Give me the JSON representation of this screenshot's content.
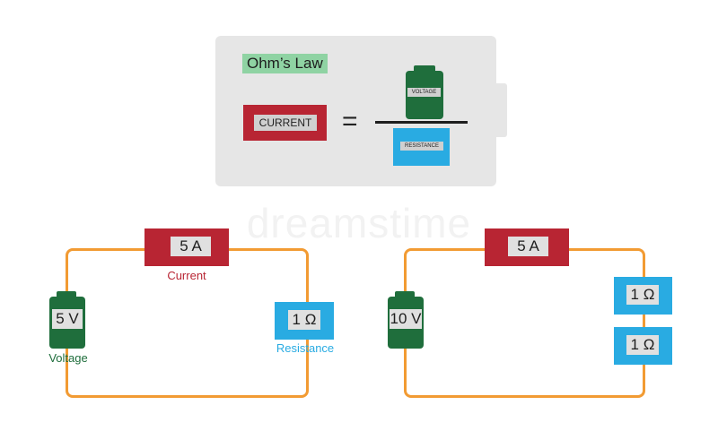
{
  "watermark": "dreamstime",
  "ohms_law": {
    "title": "Ohm’s Law",
    "numerator_label": "CURRENT",
    "equals": "=",
    "voltage_label": "VOLTAGE",
    "resistance_label": "RESISTANCE"
  },
  "circuit1": {
    "current_value": "5 A",
    "current_caption": "Current",
    "voltage_value": "5 V",
    "voltage_caption": "Voltage",
    "resistance_value": "1 Ω",
    "resistance_caption": "Resistance"
  },
  "circuit2": {
    "current_value": "5 A",
    "voltage_value": "10 V",
    "resistor1_value": "1 Ω",
    "resistor2_value": "1 Ω"
  },
  "colors": {
    "current": "#b82533",
    "voltage": "#1f6e3c",
    "resistance": "#29abe2",
    "wire": "#f29b33",
    "title_bg": "#8fd3a3"
  }
}
